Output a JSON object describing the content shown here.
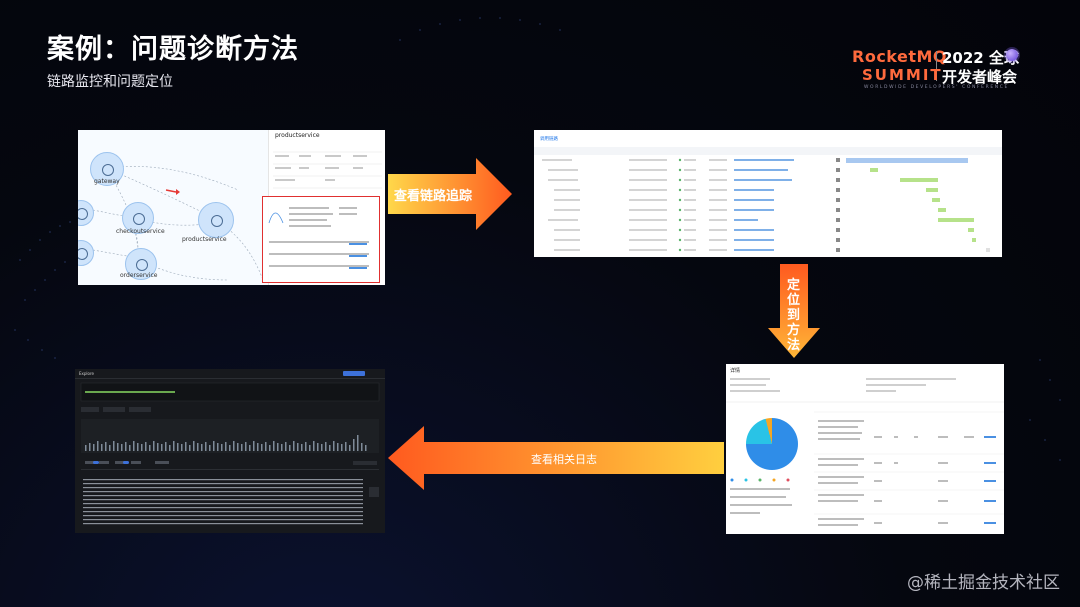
{
  "slide": {
    "title": "案例：问题诊断方法",
    "subtitle": "链路监控和问题定位"
  },
  "logo": {
    "brand": "RocketMQ",
    "year": "2022 全球",
    "event": "SUMMIT",
    "dev": "开发者峰会",
    "tagline": "WORLDWIDE DEVELOPERS' CONFERENCE"
  },
  "arrows": {
    "to_trace": "查看链路追踪",
    "to_method": "定位到方法",
    "to_logs": "查看相关日志"
  },
  "watermark": "@稀土掘金技术社区",
  "colors": {
    "accent": "#ff6a3d",
    "arrow_start": "#ffd84a",
    "arrow_end": "#ff5a1f",
    "highlight_box": "#e03030"
  },
  "shot1": {
    "service_label": "productservice",
    "nodes": [
      "gateway",
      "checkoutservice",
      "productservice",
      "orderservice"
    ]
  },
  "shot2": {
    "tab": "调用链路"
  },
  "shot3": {
    "title": "详情"
  },
  "shot4": {
    "title": "Explore"
  }
}
